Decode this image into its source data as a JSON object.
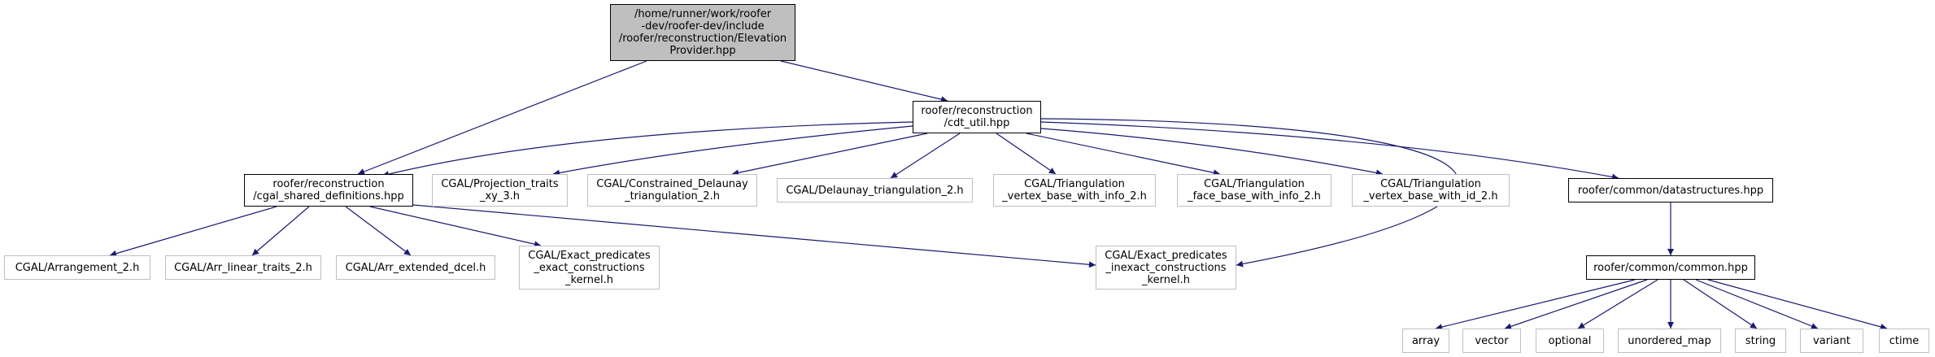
{
  "colors": {
    "edge": "#191970",
    "root_fill": "#bfbfbf",
    "documented_border": "#000000",
    "external_border": "#bfbfbf"
  },
  "nodes": [
    {
      "id": "elevation",
      "kind": "root",
      "lines": [
        "/home/runner/work/roofer",
        "-dev/roofer-dev/include",
        "/roofer/reconstruction/Elevation",
        "Provider.hpp"
      ]
    },
    {
      "id": "cdt_util",
      "kind": "documented",
      "lines": [
        "roofer/reconstruction",
        "/cdt_util.hpp"
      ]
    },
    {
      "id": "cgal_shared",
      "kind": "documented",
      "lines": [
        "roofer/reconstruction",
        "/cgal_shared_definitions.hpp"
      ]
    },
    {
      "id": "projection",
      "kind": "external",
      "lines": [
        "CGAL/Projection_traits",
        "_xy_3.h"
      ]
    },
    {
      "id": "constrained",
      "kind": "external",
      "lines": [
        "CGAL/Constrained_Delaunay",
        "_triangulation_2.h"
      ]
    },
    {
      "id": "delaunay",
      "kind": "external",
      "lines": [
        "CGAL/Delaunay_triangulation_2.h"
      ]
    },
    {
      "id": "tri_vertex_info",
      "kind": "external",
      "lines": [
        "CGAL/Triangulation",
        "_vertex_base_with_info_2.h"
      ]
    },
    {
      "id": "tri_face_info",
      "kind": "external",
      "lines": [
        "CGAL/Triangulation",
        "_face_base_with_info_2.h"
      ]
    },
    {
      "id": "tri_vertex_id",
      "kind": "external",
      "lines": [
        "CGAL/Triangulation",
        "_vertex_base_with_id_2.h"
      ]
    },
    {
      "id": "datastructures",
      "kind": "documented",
      "lines": [
        "roofer/common/datastructures.hpp"
      ]
    },
    {
      "id": "arrangement",
      "kind": "external",
      "lines": [
        "CGAL/Arrangement_2.h"
      ]
    },
    {
      "id": "arr_linear",
      "kind": "external",
      "lines": [
        "CGAL/Arr_linear_traits_2.h"
      ]
    },
    {
      "id": "arr_dcel",
      "kind": "external",
      "lines": [
        "CGAL/Arr_extended_dcel.h"
      ]
    },
    {
      "id": "epec",
      "kind": "external",
      "lines": [
        "CGAL/Exact_predicates",
        "_exact_constructions",
        "_kernel.h"
      ]
    },
    {
      "id": "epick",
      "kind": "external",
      "lines": [
        "CGAL/Exact_predicates",
        "_inexact_constructions",
        "_kernel.h"
      ]
    },
    {
      "id": "common",
      "kind": "documented",
      "lines": [
        "roofer/common/common.hpp"
      ]
    },
    {
      "id": "array",
      "kind": "external",
      "lines": [
        "array"
      ]
    },
    {
      "id": "vector",
      "kind": "external",
      "lines": [
        "vector"
      ]
    },
    {
      "id": "optional",
      "kind": "external",
      "lines": [
        "optional"
      ]
    },
    {
      "id": "unordered_map",
      "kind": "external",
      "lines": [
        "unordered_map"
      ]
    },
    {
      "id": "string",
      "kind": "external",
      "lines": [
        "string"
      ]
    },
    {
      "id": "variant",
      "kind": "external",
      "lines": [
        "variant"
      ]
    },
    {
      "id": "ctime",
      "kind": "external",
      "lines": [
        "ctime"
      ]
    }
  ],
  "edges": [
    {
      "from": "elevation",
      "to": "cdt_util"
    },
    {
      "from": "elevation",
      "to": "cgal_shared"
    },
    {
      "from": "cdt_util",
      "to": "cgal_shared"
    },
    {
      "from": "cdt_util",
      "to": "projection"
    },
    {
      "from": "cdt_util",
      "to": "constrained"
    },
    {
      "from": "cdt_util",
      "to": "delaunay"
    },
    {
      "from": "cdt_util",
      "to": "tri_vertex_info"
    },
    {
      "from": "cdt_util",
      "to": "tri_face_info"
    },
    {
      "from": "cdt_util",
      "to": "tri_vertex_id"
    },
    {
      "from": "cdt_util",
      "to": "datastructures"
    },
    {
      "from": "cdt_util",
      "to": "epick"
    },
    {
      "from": "cgal_shared",
      "to": "arrangement"
    },
    {
      "from": "cgal_shared",
      "to": "arr_linear"
    },
    {
      "from": "cgal_shared",
      "to": "arr_dcel"
    },
    {
      "from": "cgal_shared",
      "to": "epec"
    },
    {
      "from": "cgal_shared",
      "to": "epick"
    },
    {
      "from": "datastructures",
      "to": "common"
    },
    {
      "from": "common",
      "to": "array"
    },
    {
      "from": "common",
      "to": "vector"
    },
    {
      "from": "common",
      "to": "optional"
    },
    {
      "from": "common",
      "to": "unordered_map"
    },
    {
      "from": "common",
      "to": "string"
    },
    {
      "from": "common",
      "to": "variant"
    },
    {
      "from": "common",
      "to": "ctime"
    }
  ]
}
